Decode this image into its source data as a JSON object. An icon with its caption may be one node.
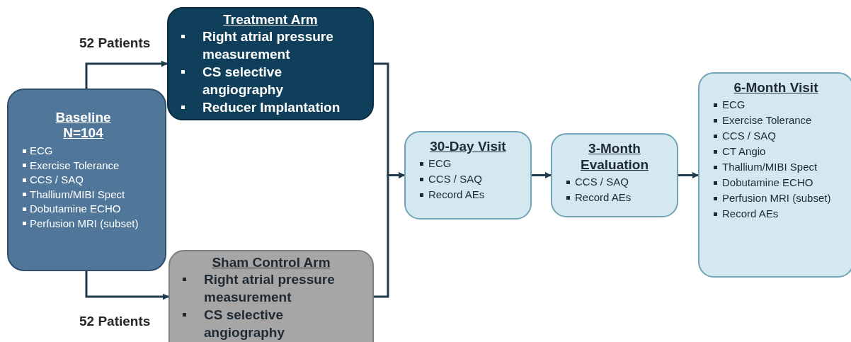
{
  "diagram": {
    "nodes": [
      {
        "text": [
          "Baseline N=104",
          "ECG",
          "Exercise Tolerance",
          "CCS / SAQ",
          "Thallium/MIBI Spect",
          "Dobutamine ECHO",
          "Perfusion MRI (subset)"
        ]
      },
      {
        "text": [
          "Treatment Arm",
          "Right atrial pressure measurement",
          "CS selective angiography",
          "Reducer Implantation"
        ]
      },
      {
        "text": [
          "Sham Control Arm",
          "Right atrial pressure measurement",
          "CS selective angiography"
        ]
      },
      {
        "text": [
          "30-Day Visit",
          "ECG",
          "CCS / SAQ",
          "Record AEs"
        ]
      },
      {
        "text": [
          "3-Month Evaluation",
          "CCS / SAQ",
          "Record AEs"
        ]
      },
      {
        "text": [
          "6-Month Visit",
          "ECG",
          "Exercise Tolerance",
          "CCS / SAQ",
          "CT Angio",
          "Thallium/MIBI Spect",
          "Dobutamine ECHO",
          "Perfusion MRI (subset)",
          "Record AEs"
        ]
      }
    ],
    "edges": [
      {
        "from": 0,
        "to": 1,
        "arrow": "to"
      },
      {
        "from": 0,
        "to": 2,
        "arrow": "to"
      },
      {
        "from": 1,
        "to": 3,
        "arrow": "to"
      },
      {
        "from": 2,
        "to": 3,
        "arrow": "to"
      },
      {
        "from": 3,
        "to": 4,
        "arrow": "to"
      },
      {
        "from": 4,
        "to": 5,
        "arrow": "to"
      }
    ],
    "labels": [
      "52 Patients",
      "52 Patients"
    ]
  }
}
